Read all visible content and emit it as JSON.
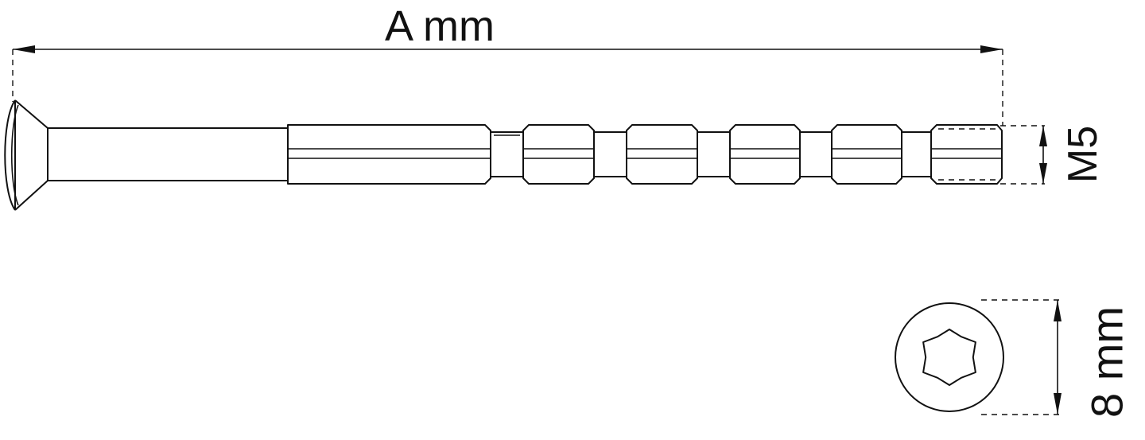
{
  "diagram": {
    "length_label": "A mm",
    "thread_label": "M5",
    "head_diameter_label": "8 mm",
    "drive_type_icon": "torx-star-icon",
    "line_color": "#111111",
    "background_color": "#ffffff"
  }
}
